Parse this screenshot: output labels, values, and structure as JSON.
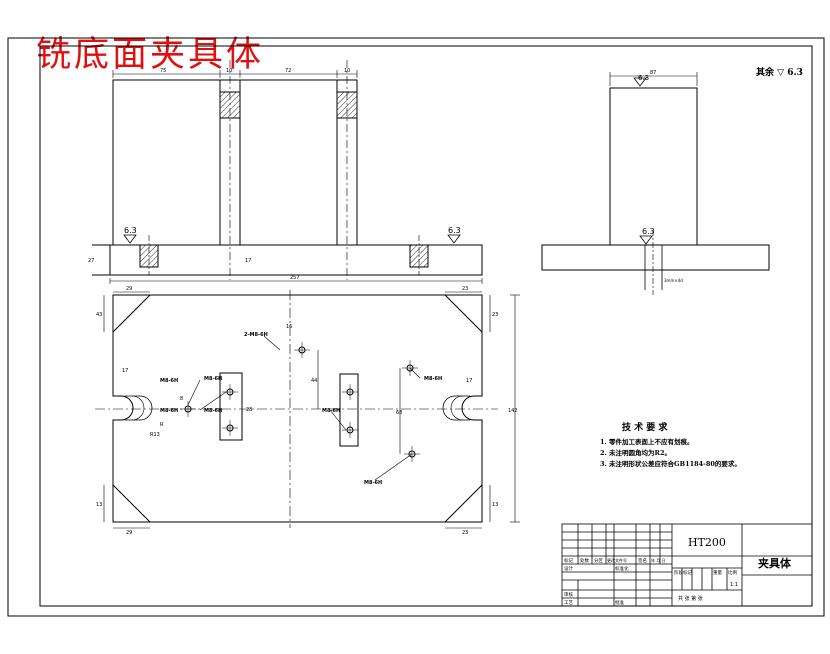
{
  "title": "铣底面夹具体",
  "note_top_right": "其余 ▽ 6.3",
  "roughness": {
    "symbol_value": "6.3"
  },
  "front_view": {
    "dims": {
      "d1": "75",
      "d2": "10",
      "d3": "72",
      "d4": "10",
      "base_h": "27",
      "rib": "17",
      "total": "257"
    }
  },
  "side_view": {
    "dims": {
      "width": "87"
    },
    "note": "3mm×4d"
  },
  "top_view": {
    "dims": {
      "top_left": "29",
      "left_v": "43",
      "top_right": "23",
      "right_v": "23",
      "bottom_left": "29",
      "bottom_right": "23",
      "left_v2": "13",
      "right_v2": "13",
      "overall_h": "142",
      "slot_w": "R",
      "slot_r": "R13",
      "center": "28",
      "h1": "44",
      "h2": "68",
      "small": "16",
      "small2": "8",
      "right_slot": "17",
      "left_slot": "17"
    },
    "labels": {
      "l1": "2-M8-6H",
      "l2": "M8-6H",
      "l3": "M8-6H",
      "l4": "M8-6H",
      "l5": "M8-6H",
      "l6": "M8-6H",
      "l7": "M8-6H",
      "l8": "M8-6H"
    }
  },
  "tech_req": {
    "heading": "技 术 要 求",
    "items": [
      "1. 零件加工表面上不应有划痕。",
      "2. 未注明圆角均为R2。",
      "3. 未注明形状公差应符合GB1184-80的要求。"
    ]
  },
  "title_block": {
    "material": "HT200",
    "part_name": "夹具体",
    "row_labels": [
      "标记",
      "处数",
      "分区",
      "更改文件号",
      "签名",
      "年 月 日"
    ],
    "design": "设计",
    "standard": "标准化",
    "review": "审核",
    "process": "工艺",
    "approve": "批准",
    "stage": "阶段标记",
    "weight": "重量",
    "scale": "比例",
    "scale_val": "1:1",
    "sheets": "共  张  第  张"
  }
}
